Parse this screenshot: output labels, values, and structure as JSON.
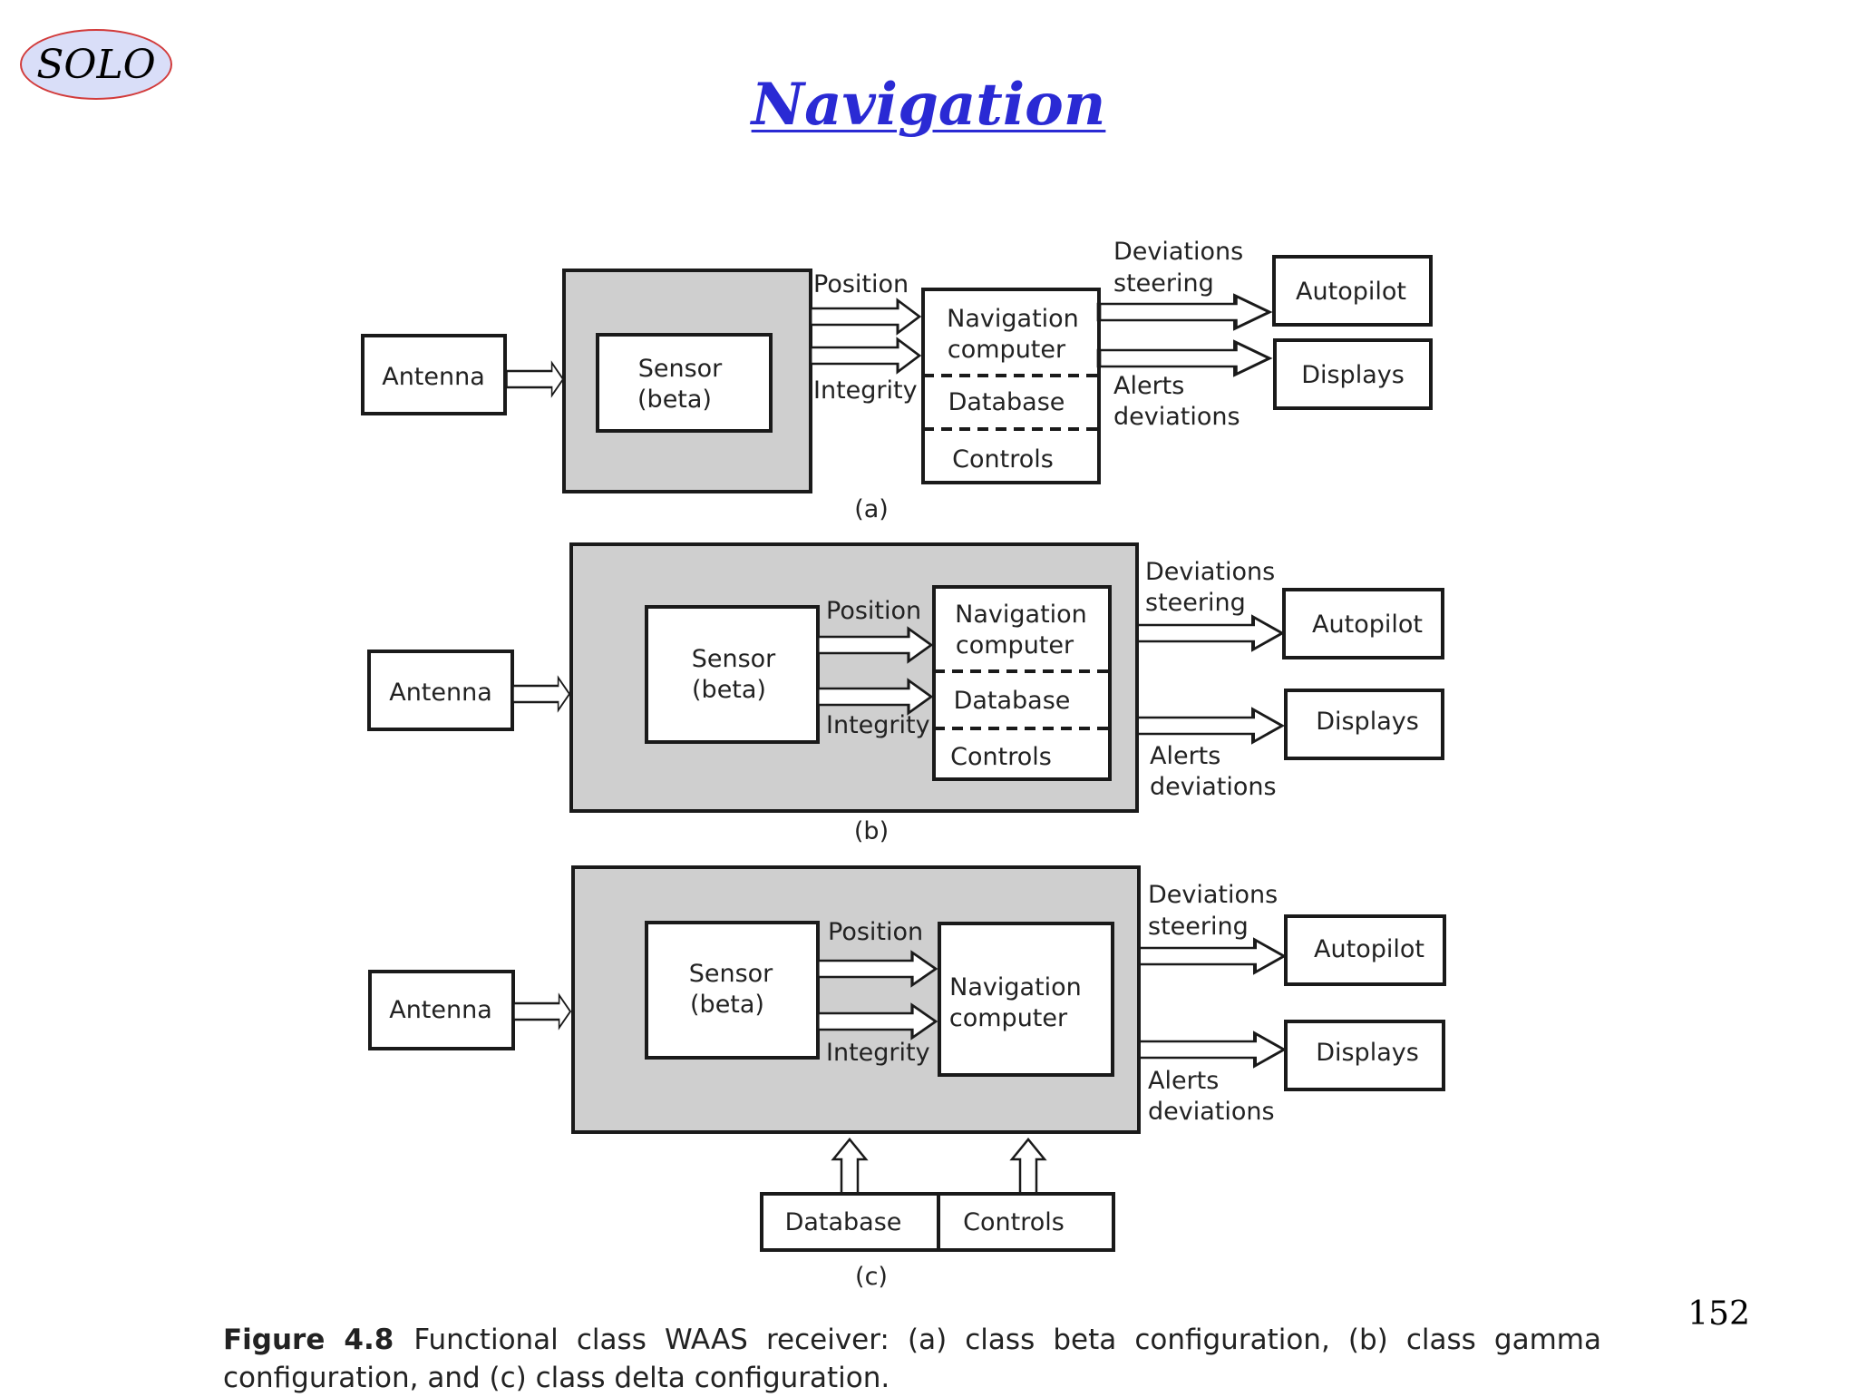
{
  "logo": "SOLO",
  "title": "Navigation",
  "page_number": "152",
  "caption": {
    "figure_label": "Figure 4.8",
    "text": "Functional class WAAS receiver: (a) class beta configuration, (b) class gamma configuration, and (c) class delta configuration."
  },
  "diagram": {
    "antenna": "Antenna",
    "sensor": [
      "Sensor",
      "(beta)"
    ],
    "navigation_computer": [
      "Navigation",
      "computer"
    ],
    "database": "Database",
    "controls": "Controls",
    "position": "Position",
    "integrity": "Integrity",
    "deviations_steering": [
      "Deviations",
      "steering"
    ],
    "alerts_deviations": [
      "Alerts",
      "deviations"
    ],
    "autopilot": "Autopilot",
    "displays": "Displays",
    "sub_labels": [
      "(a)",
      "(b)",
      "(c)"
    ]
  }
}
